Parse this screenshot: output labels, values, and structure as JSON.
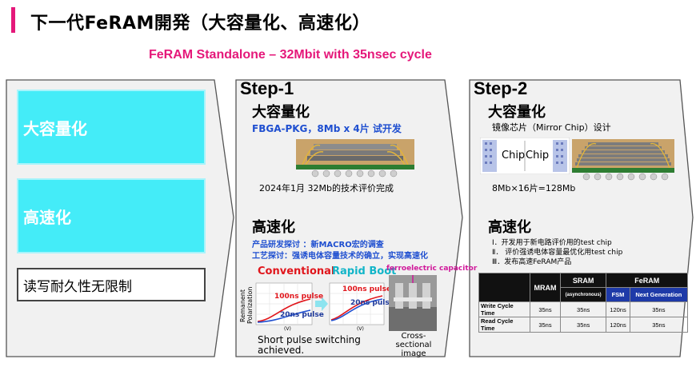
{
  "header": {
    "title": "下一代FeRAM開発（大容量化、高速化）",
    "subtitle": "FeRAM Standalone – 32Mbit with 35nsec cycle"
  },
  "left": {
    "items": [
      "大容量化",
      "高速化",
      "读写耐久性无限制"
    ]
  },
  "step1": {
    "label": "Step-1",
    "cap_heading": "大容量化",
    "cap_desc": "FBGA-PKG，8Mb x 4片 试开发",
    "cap_result": "2024年1月 32Mb的技术评价完成",
    "speed_heading": "高速化",
    "speed_line1": "产品研发探讨 ：新MACRO宏的调查",
    "speed_line2": "工艺探讨：强诱电体容量技术的确立，实现高速化",
    "conventional": "Conventional",
    "rapid_boot": "Rapid Boot",
    "pulse_100": "100ns pulse",
    "pulse_20": "20ns pulse",
    "y_axis": "Remanent Polarization",
    "x_axis": "(V)",
    "capacitor_label": "ferroelectric capacitor",
    "cross_section": "Cross-sectional image",
    "summary": "Short pulse switching achieved."
  },
  "step2": {
    "label": "Step-2",
    "cap_heading": "大容量化",
    "cap_desc": "镜像芯片（Mirror Chip）设计",
    "chip_left": "Chip",
    "chip_right": "Chip",
    "capacity": "8Mb×16片=128Mb",
    "speed_heading": "高速化",
    "plan1": "Ⅰ．开发用于新电路评价用的test chip",
    "plan2": "Ⅱ．  评价强诱电体容量最优化用test chip",
    "plan3": "Ⅲ．发布高速FeRAM产品",
    "table": {
      "mram": "MRAM",
      "sram": "SRAM",
      "sram_note": "(asynchronous)",
      "feram": "FeRAM",
      "fsm": "FSM",
      "next_gen": "Next Generation",
      "rows": [
        {
          "label": "Write Cycle Time",
          "mram": "35ns",
          "sram": "35ns",
          "fsm": "120ns",
          "next": "35ns"
        },
        {
          "label": "Read Cycle Time",
          "mram": "35ns",
          "sram": "35ns",
          "fsm": "120ns",
          "next": "35ns"
        }
      ]
    }
  },
  "colors": {
    "accent": "#e5187a",
    "cyan": "#44ecf8",
    "blue": "#1f4fd0",
    "panel": "#f1f1f1"
  }
}
